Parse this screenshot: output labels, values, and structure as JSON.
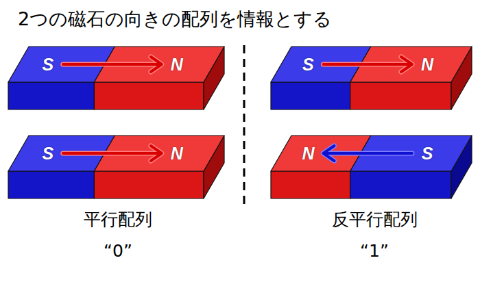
{
  "diagram": {
    "title": "2つの磁石の向きの配列を情報とする",
    "nodes": [
      {
        "text": [
          "S",
          "N"
        ]
      },
      {
        "text": [
          "S",
          "N"
        ]
      },
      {
        "text": [
          "S",
          "N"
        ]
      },
      {
        "text": [
          "N",
          "S"
        ]
      }
    ],
    "labels": [
      "平行配列",
      "“0”",
      "反平行配列",
      "“1”"
    ]
  }
}
